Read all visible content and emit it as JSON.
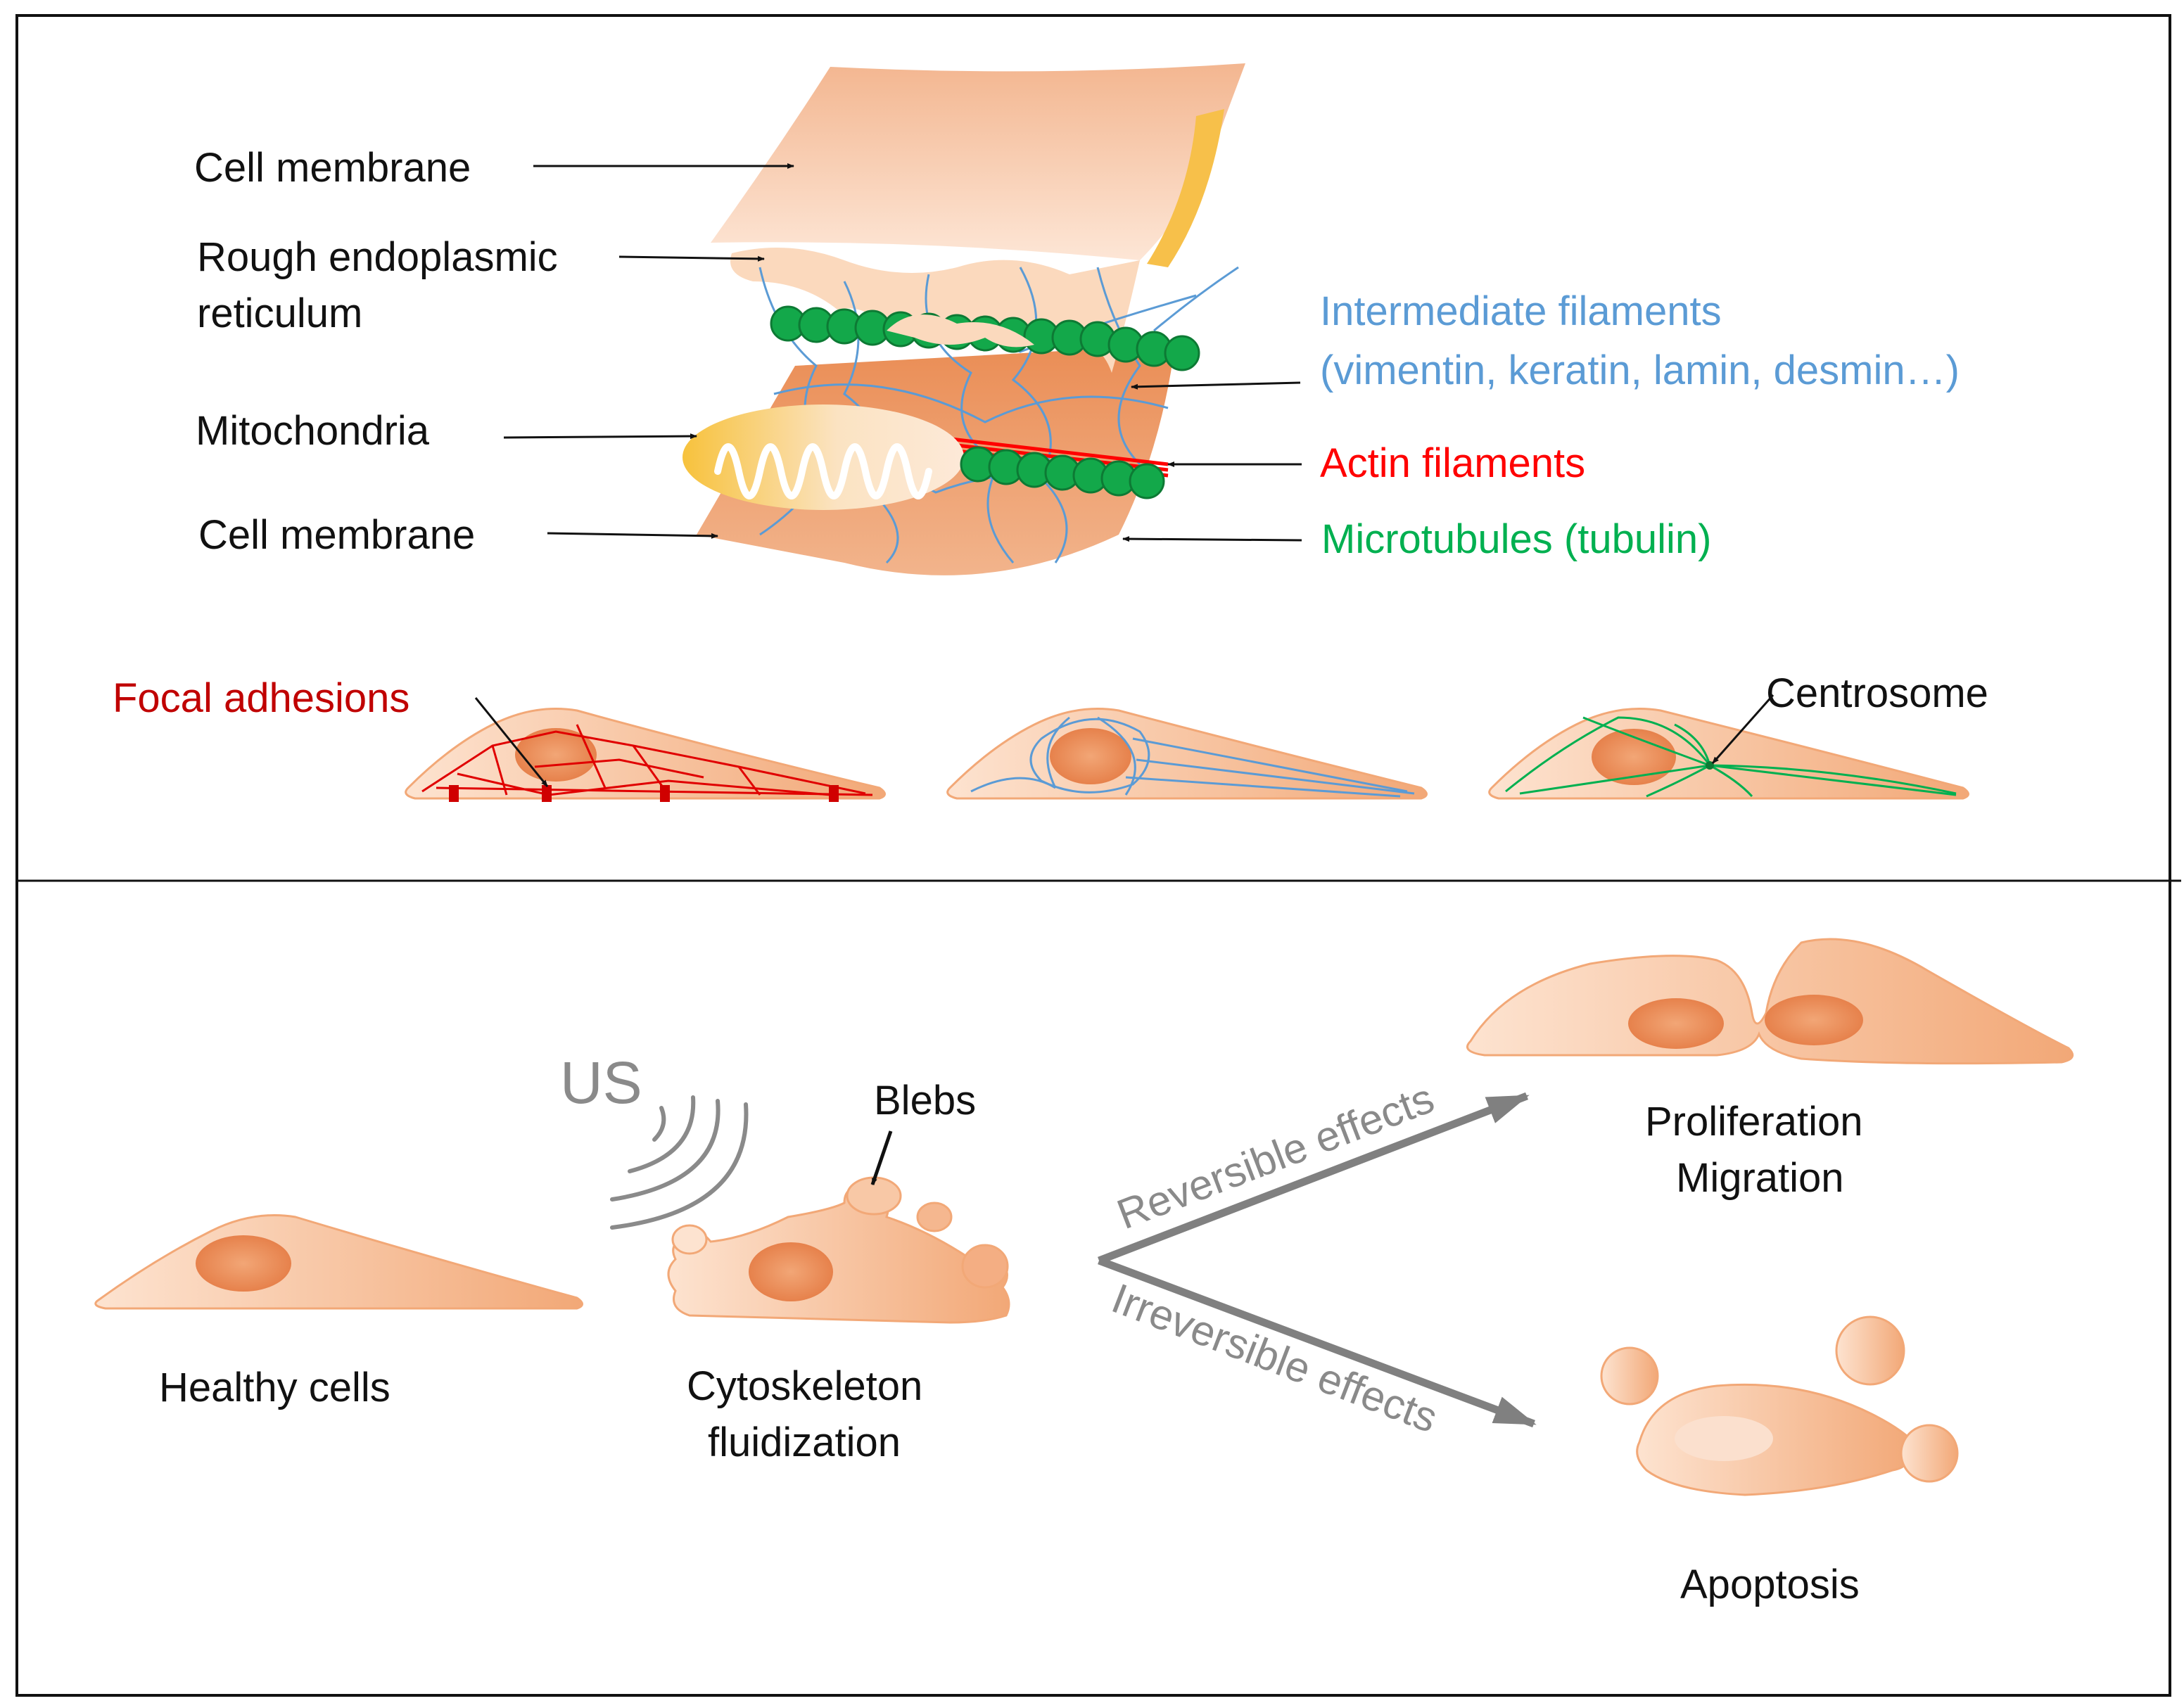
{
  "top_panel": {
    "labels": {
      "cell_membrane_top": "Cell membrane",
      "rer_line1": "Rough endoplasmic",
      "rer_line2": "reticulum",
      "mitochondria": "Mitochondria",
      "cell_membrane_bottom": "Cell membrane",
      "intermediate_line1": "Intermediate filaments",
      "intermediate_line2": "(vimentin, keratin, lamin, desmin…)",
      "actin": "Actin filaments",
      "microtubules": "Microtubules (tubulin)",
      "focal_adhesions": "Focal adhesions",
      "centrosome": "Centrosome"
    },
    "colors": {
      "intermediate": "#5b9bd5",
      "actin": "#ff0000",
      "microtubules": "#00b050",
      "focal": "#c00000",
      "cell_fill": "#f4b183",
      "nucleus": "#e98c5a"
    }
  },
  "bottom_panel": {
    "labels": {
      "us": "US",
      "blebs": "Blebs",
      "healthy": "Healthy cells",
      "fluid_line1": "Cytoskeleton",
      "fluid_line2": "fluidization",
      "reversible": "Reversible effects",
      "irreversible": "Irreversible effects",
      "prolif_line1": "Proliferation",
      "prolif_line2": "Migration",
      "apoptosis": "Apoptosis"
    },
    "colors": {
      "arrow": "#808080",
      "us_waves": "#8a8a8a"
    }
  }
}
